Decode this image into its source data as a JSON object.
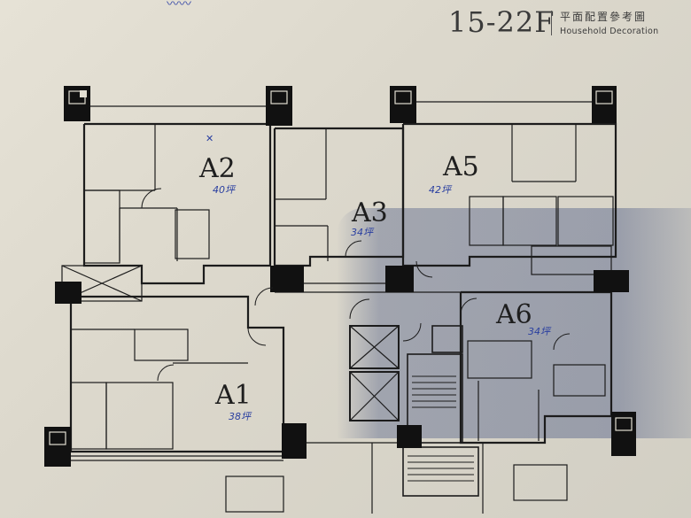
{
  "header": {
    "floor_range": "15-22F",
    "title_cn": "平面配置參考圖",
    "title_en": "Household Decoration"
  },
  "units": [
    {
      "id": "A2",
      "label": "A2",
      "note": "40坪"
    },
    {
      "id": "A3",
      "label": "A3",
      "note": "34坪"
    },
    {
      "id": "A5",
      "label": "A5",
      "note": "42坪"
    },
    {
      "id": "A1",
      "label": "A1",
      "note": "38坪"
    },
    {
      "id": "A6",
      "label": "A6",
      "note": "34坪"
    }
  ],
  "colors": {
    "wall": "#1c1c1c",
    "column": "#111111",
    "handwriting": "#2a3fa0",
    "paper": "#e2ded2"
  }
}
